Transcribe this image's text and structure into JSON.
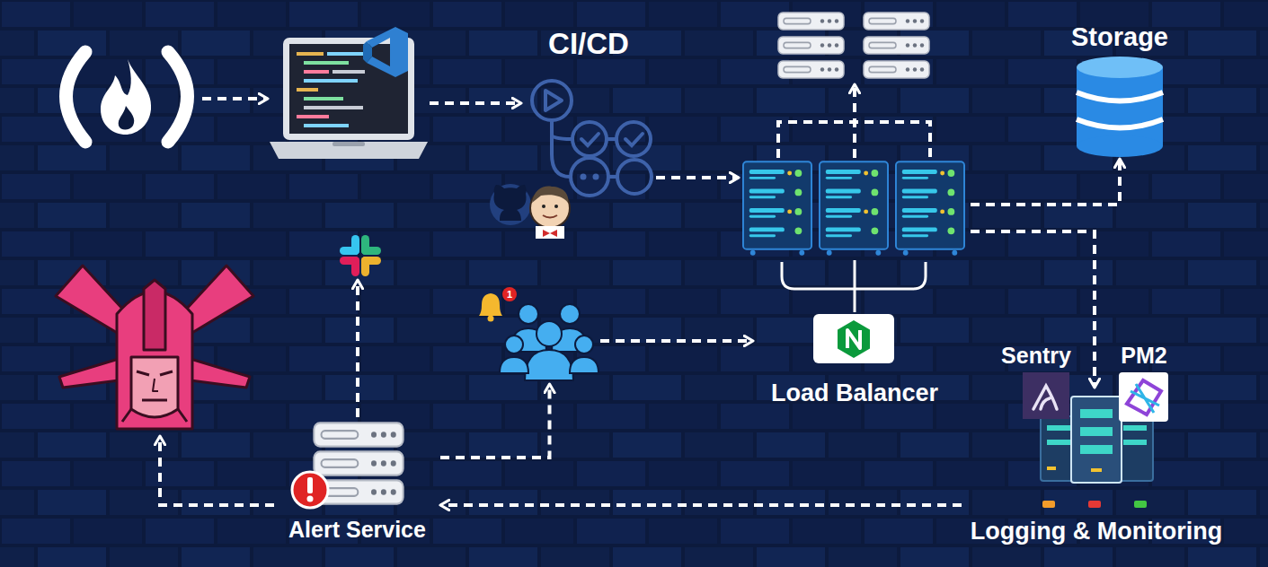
{
  "diagram": {
    "nodes": [
      {
        "text": []
      },
      {
        "text": []
      },
      {
        "text": [
          "CI/CD"
        ]
      },
      {
        "text": []
      },
      {
        "text": [
          "Storage"
        ]
      },
      {
        "text": []
      },
      {
        "text": []
      },
      {
        "text": []
      },
      {
        "text": [
          "Load Balancer"
        ]
      },
      {
        "text": []
      },
      {
        "text": [
          "Logging & Monitoring"
        ]
      },
      {
        "text": [
          "Alert Service"
        ]
      }
    ],
    "edges": [
      {
        "from": 0,
        "to": 1,
        "arrow": "to"
      },
      {
        "from": 1,
        "to": 2,
        "arrow": "to"
      },
      {
        "from": 2,
        "to": 5,
        "arrow": "to"
      },
      {
        "from": 5,
        "to": 3,
        "arrow": "to"
      },
      {
        "from": 5,
        "to": 4,
        "arrow": "to"
      },
      {
        "from": 5,
        "to": 10,
        "arrow": "to"
      },
      {
        "from": 8,
        "to": 5,
        "arrow": "none"
      },
      {
        "from": 7,
        "to": 8,
        "arrow": "to"
      },
      {
        "from": 10,
        "to": 11,
        "arrow": "to"
      },
      {
        "from": 11,
        "to": 6,
        "arrow": "to"
      },
      {
        "from": 11,
        "to": 7,
        "arrow": "to"
      },
      {
        "from": 11,
        "to": 9,
        "arrow": "to"
      }
    ],
    "labels": [
      "1",
      "Sentry",
      "PM2"
    ]
  }
}
